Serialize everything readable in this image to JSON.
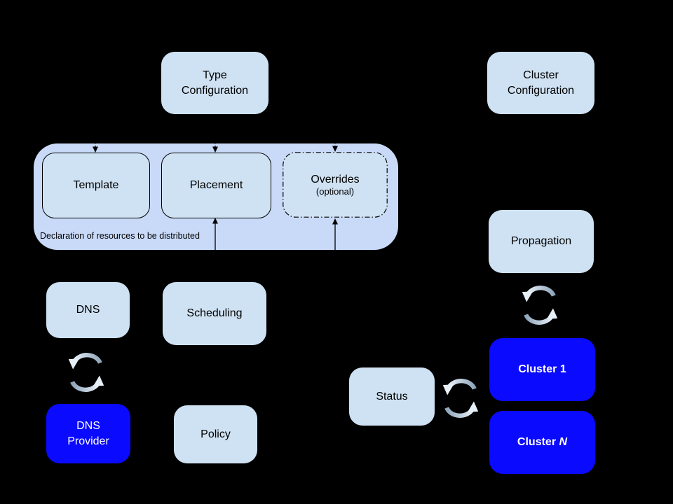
{
  "diagram": {
    "caption": "Declaration of resources to be distributed"
  },
  "colors": {
    "background": "#000000",
    "box-light": "#cfe2f3",
    "container": "#c9daf8",
    "box-blue": "#0a0aff",
    "text-dark": "#000000",
    "text-light": "#ffffff",
    "connector": "#000000",
    "sync-dark": "#8ea6ba",
    "sync-light": "#e7eff7"
  },
  "nodes": {
    "type_config": {
      "label": "Type\nConfiguration"
    },
    "cluster_config": {
      "label": "Cluster\nConfiguration"
    },
    "template": {
      "label": "Template"
    },
    "placement": {
      "label": "Placement"
    },
    "overrides": {
      "label": "Overrides",
      "sublabel": "(optional)"
    },
    "dns": {
      "label": "DNS"
    },
    "scheduling": {
      "label": "Scheduling"
    },
    "dns_provider": {
      "label": "DNS\nProvider"
    },
    "policy": {
      "label": "Policy"
    },
    "propagation": {
      "label": "Propagation"
    },
    "status": {
      "label": "Status"
    },
    "cluster_1": {
      "label_prefix": "Cluster",
      "label_suffix": "1"
    },
    "cluster_n": {
      "label_prefix": "Cluster",
      "label_suffix": "N"
    }
  },
  "icons": {
    "sync": "sync-cycle-arrows"
  }
}
